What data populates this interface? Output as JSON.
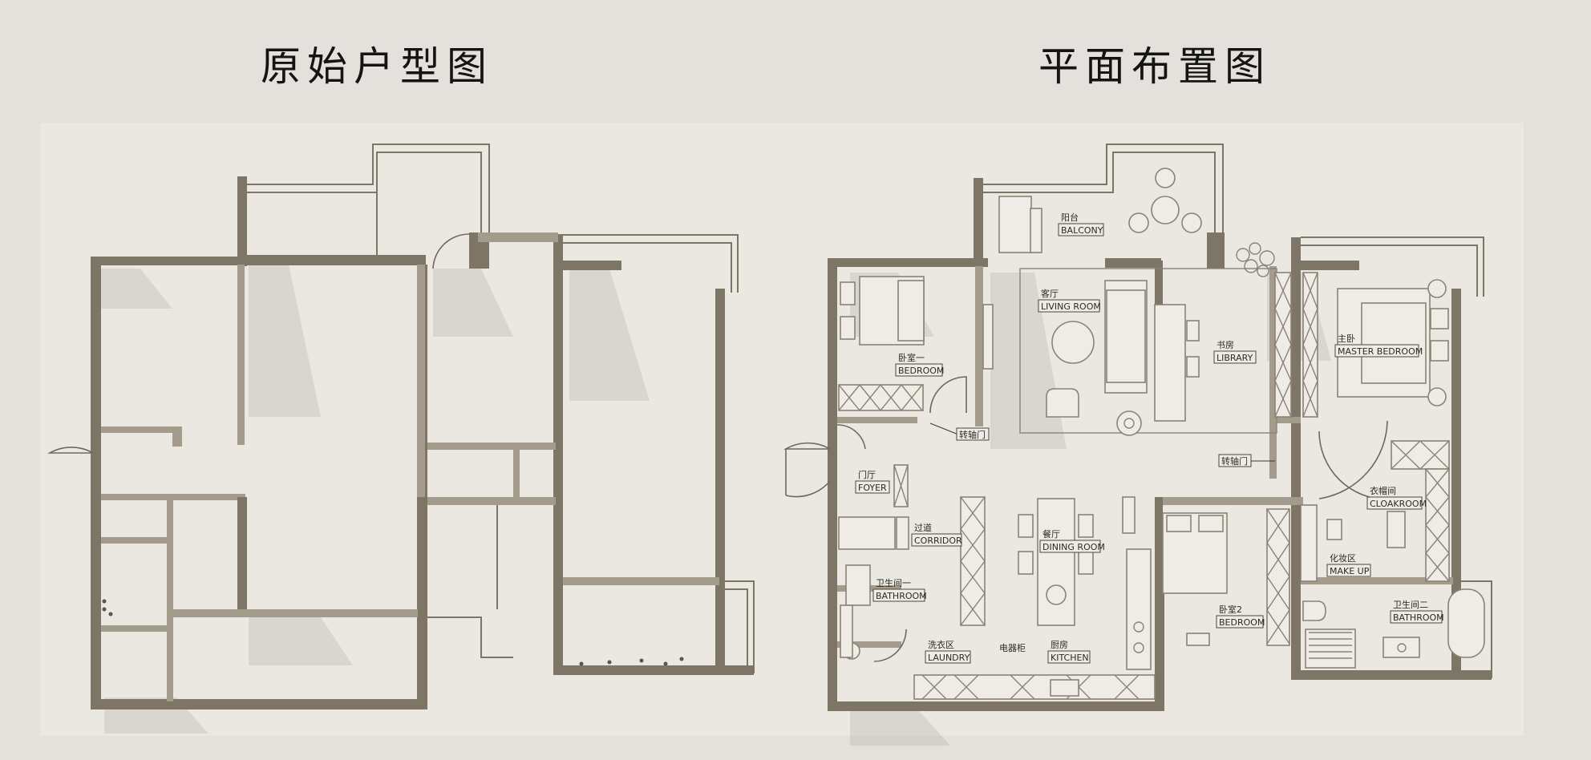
{
  "titles": {
    "original_plan": "原始户型图",
    "layout_plan": "平面布置图"
  },
  "rooms": {
    "balcony": {
      "cn": "阳台",
      "en": "BALCONY"
    },
    "living": {
      "cn": "客厅",
      "en": "LIVING ROOM"
    },
    "bedroom1": {
      "cn": "卧室一",
      "en": "BEDROOM"
    },
    "library": {
      "cn": "书房",
      "en": "LIBRARY"
    },
    "master": {
      "cn": "主卧",
      "en": "MASTER BEDROOM"
    },
    "foyer": {
      "cn": "门厅",
      "en": "FOYER"
    },
    "corridor": {
      "cn": "过道",
      "en": "CORRIDOR"
    },
    "dining": {
      "cn": "餐厅",
      "en": "DINING ROOM"
    },
    "cloakroom": {
      "cn": "衣帽间",
      "en": "CLOAKROOM"
    },
    "makeup": {
      "cn": "化妆区",
      "en": "MAKE UP"
    },
    "bathroom1": {
      "cn": "卫生间一",
      "en": "BATHROOM"
    },
    "bedroom2": {
      "cn": "卧室2",
      "en": "BEDROOM"
    },
    "bathroom2": {
      "cn": "卫生间二",
      "en": "BATHROOM"
    },
    "laundry": {
      "cn": "洗衣区",
      "en": "LAUNDRY"
    },
    "kitchen": {
      "cn": "厨房",
      "en": "KITCHEN"
    }
  },
  "notes": {
    "pivot_door_1": "转轴门",
    "pivot_door_2": "转轴门",
    "appliance_cabinet": "电器柜"
  }
}
